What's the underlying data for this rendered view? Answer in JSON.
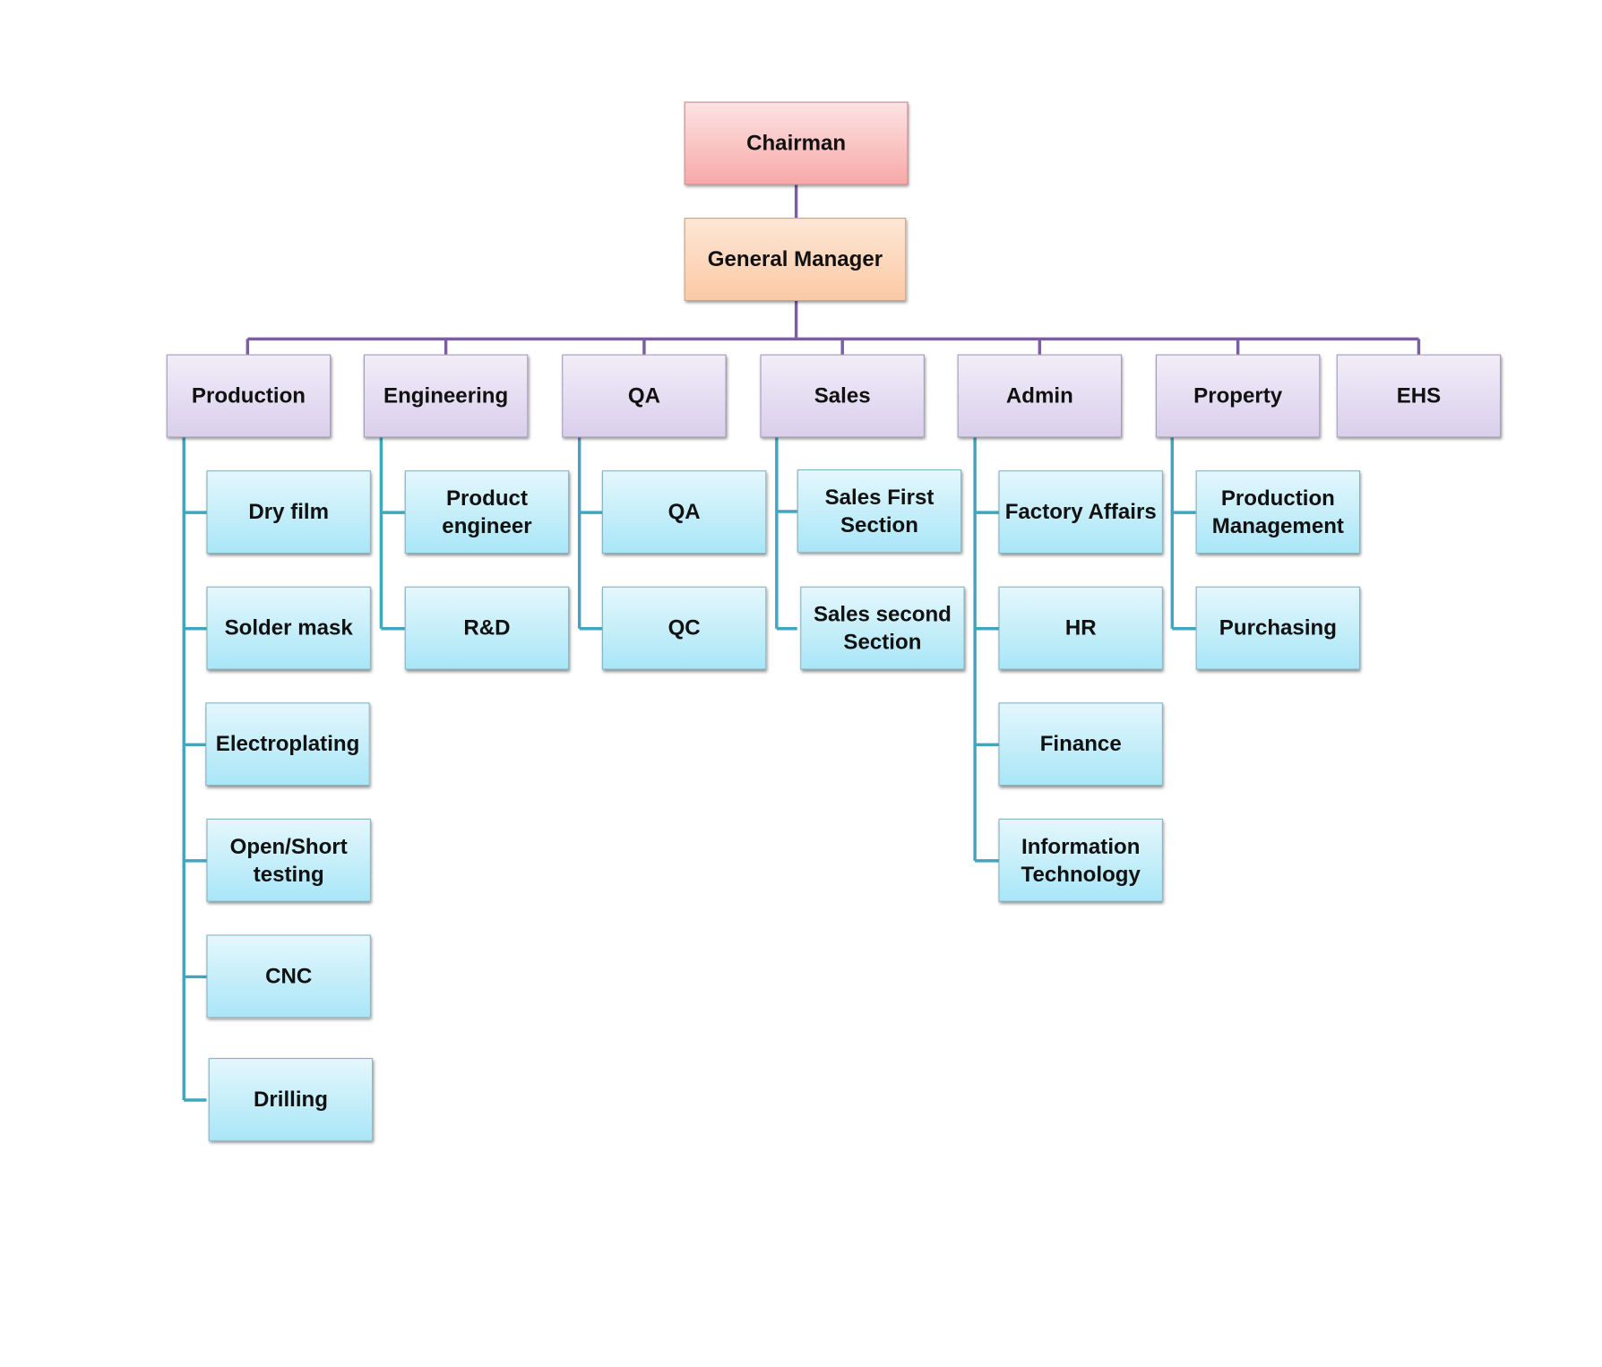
{
  "chairman": "Chairman",
  "general_manager": "General Manager",
  "departments": [
    {
      "label": "Production",
      "children": [
        "Dry film",
        "Solder mask",
        "Electroplating",
        "Open/Short\ntesting",
        "CNC",
        "Drilling"
      ]
    },
    {
      "label": "Engineering",
      "children": [
        "Product\nengineer",
        "R&D"
      ]
    },
    {
      "label": "QA",
      "children": [
        "QA",
        "QC"
      ]
    },
    {
      "label": "Sales",
      "children": [
        "Sales First\nSection",
        "Sales second\nSection"
      ]
    },
    {
      "label": "Admin",
      "children": [
        "Factory Affairs",
        "HR",
        "Finance",
        "Information\nTechnology"
      ]
    },
    {
      "label": "Property",
      "children": [
        "Production\nManagement",
        "Purchasing"
      ]
    },
    {
      "label": "EHS",
      "children": []
    }
  ],
  "colors": {
    "top_connector": "#7b5ea0",
    "child_connector": "#3fa7bd"
  }
}
